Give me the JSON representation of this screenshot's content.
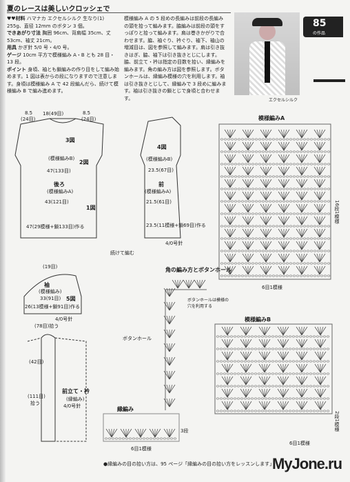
{
  "header": {
    "title": "夏のレースは美しいクロッシェで"
  },
  "materials": {
    "yarn_label": "♥♥材料",
    "yarn_text": "ハマナカ エクセルシルク 生なり(1) 255g、直径 12mm のボタン 3 個。",
    "finish_label": "できあがり寸法",
    "finish_text": "胸囲 96cm、背肩幅 35cm、丈 53cm、袖丈 21cm。",
    "hook_label": "用具",
    "hook_text": "かぎ針 5/0 号・4/0 号。",
    "gauge_label": "ゲージ",
    "gauge_text": "10cm 平方で模様編み A・B とも 28 目・13 段。",
    "points_label": "ポイント",
    "points_text": "身頃、袖とも鎖編みの作り目をして編み始めます。1 図は表からの段になりますので注意します。身頃は模様編み A で 42 段編んだら、続けて模様編み B で編み進めます。"
  },
  "instructions": {
    "text": "模様編み A の 5 段めの長編みは前段の長編みの頭を拾って編みます。脇編みは前段の頭をすっぽりと拾って編みます。肩は巻きかがりで合わせます。脇、袖ぐり、衿ぐり、袖下、袖山の増減目は、図を参照して編みます。肩は引き抜きはぎ、脇、袖下は引き抜きとじにします。脇、前立て・衿は指定の目数を拾い、縁編みを編みます。角の編み方は図を参照します。ボタンホールは、縁編み模様の穴を利用します。袖は引き抜きとじして、縁編みで 3 段めに編みます。袖は引き抜きの鎖とじで身頃と合わせます。"
  },
  "badge": {
    "number": "85",
    "label": "の作品"
  },
  "photo_caption": "エクセルシルク",
  "back": {
    "title": "後ろ",
    "pattern_a": "(模様編みA)",
    "pattern_b": "(模様編みB)",
    "fig3": "3図",
    "fig2": "2図",
    "fig1": "1図",
    "width_47": "47(133目)",
    "width_43": "43(121目)",
    "start": "47(29模様+鎖133目)作る",
    "top1": "8.5",
    "top2": "18(49目)",
    "top3": "8.5",
    "top4": "(24目)",
    "top5": "(24目)"
  },
  "front": {
    "title": "前",
    "pattern_a": "(模様編みA)",
    "pattern_b": "(模様編みB)",
    "fig4": "4図",
    "w1": "23.5(67目)",
    "w2": "21.5(61目)",
    "start": "23.5(11模様+鎖69目)作る",
    "hook": "4/0号針",
    "cont": "続けて編む",
    "side": "続けて編む"
  },
  "sleeve": {
    "title": "袖",
    "pattern": "(模様編み)",
    "fig5": "5図",
    "w1": "33(91目)",
    "w2": "26(13模様+鎖91目)作る",
    "hook": "4/0号針",
    "top": "(19目)",
    "cuff": "(78目)拾う"
  },
  "placket": {
    "title": "前立て・衿",
    "pattern": "(縁編み)",
    "hook": "4/0号針",
    "count1": "(42目)",
    "count2": "(111目)",
    "note": "拾う"
  },
  "pattern_a": {
    "title": "模様編みA",
    "repeat": "6目1模様",
    "rows": "16段1模様"
  },
  "pattern_b": {
    "title": "模様編みB",
    "repeat": "6目1模様",
    "rows": "2段1模様"
  },
  "edging": {
    "title": "縁編み",
    "repeat": "6目1模様",
    "rows": "3段"
  },
  "corner": {
    "title": "角の編み方とボタンホール",
    "buttonhole": "ボタンホール",
    "note": "ボタンホールは模様の穴を利用する"
  },
  "footer": {
    "note": "●縁編みの目の拾い方は、95 ページ「縁編みの目の拾い方をレッスンします」"
  },
  "watermark": "MyJone.ru"
}
